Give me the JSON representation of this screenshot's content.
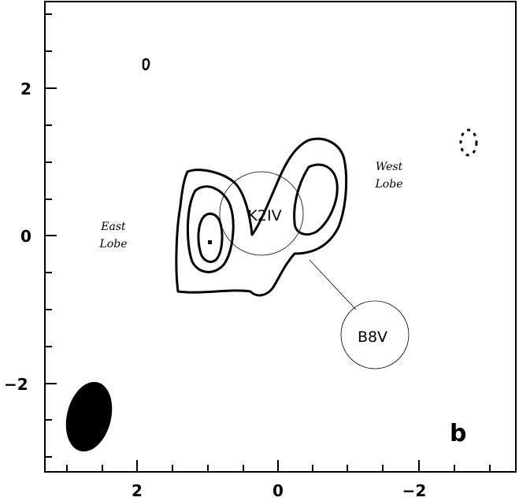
{
  "panel_label": "b",
  "x_ticks": [
    "2",
    "0",
    "−2"
  ],
  "y_ticks": [
    "2",
    "0",
    "−2"
  ],
  "annotations": {
    "east_lobe_line1": "East",
    "east_lobe_line2": "Lobe",
    "west_lobe_line1": "West",
    "west_lobe_line2": "Lobe",
    "star1": "K2IV",
    "star2": "B8V"
  }
}
